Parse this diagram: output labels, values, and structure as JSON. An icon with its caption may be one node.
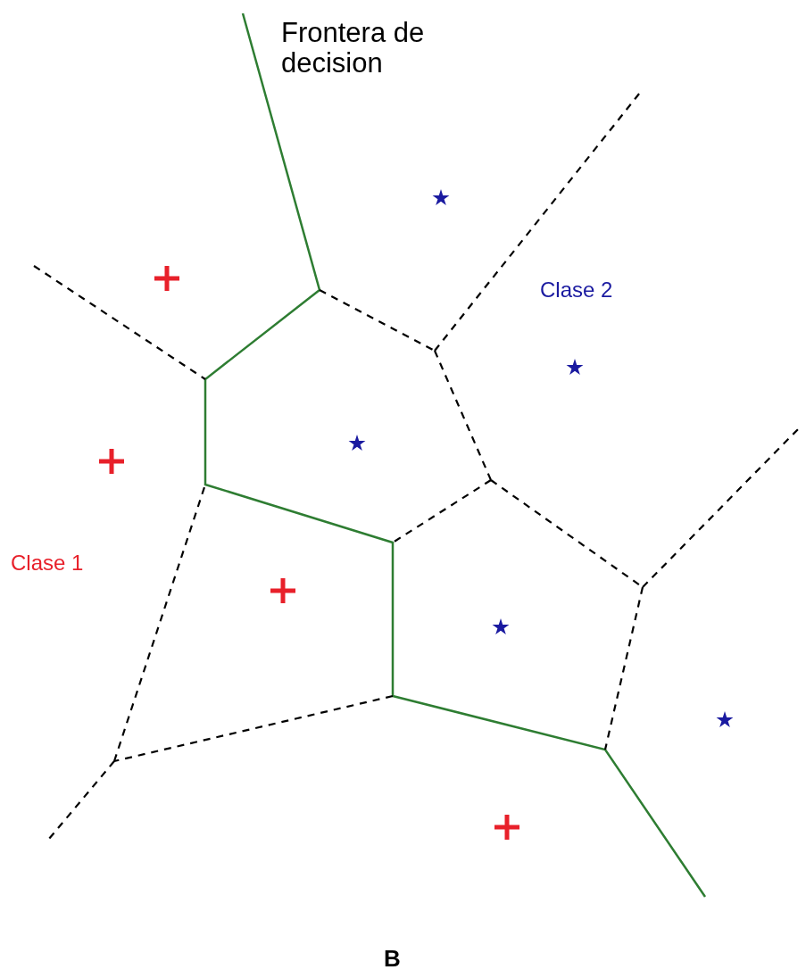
{
  "diagram": {
    "labels": [
      "Frontera de decision",
      "Clase 2",
      "Clase 1",
      "B"
    ]
  }
}
